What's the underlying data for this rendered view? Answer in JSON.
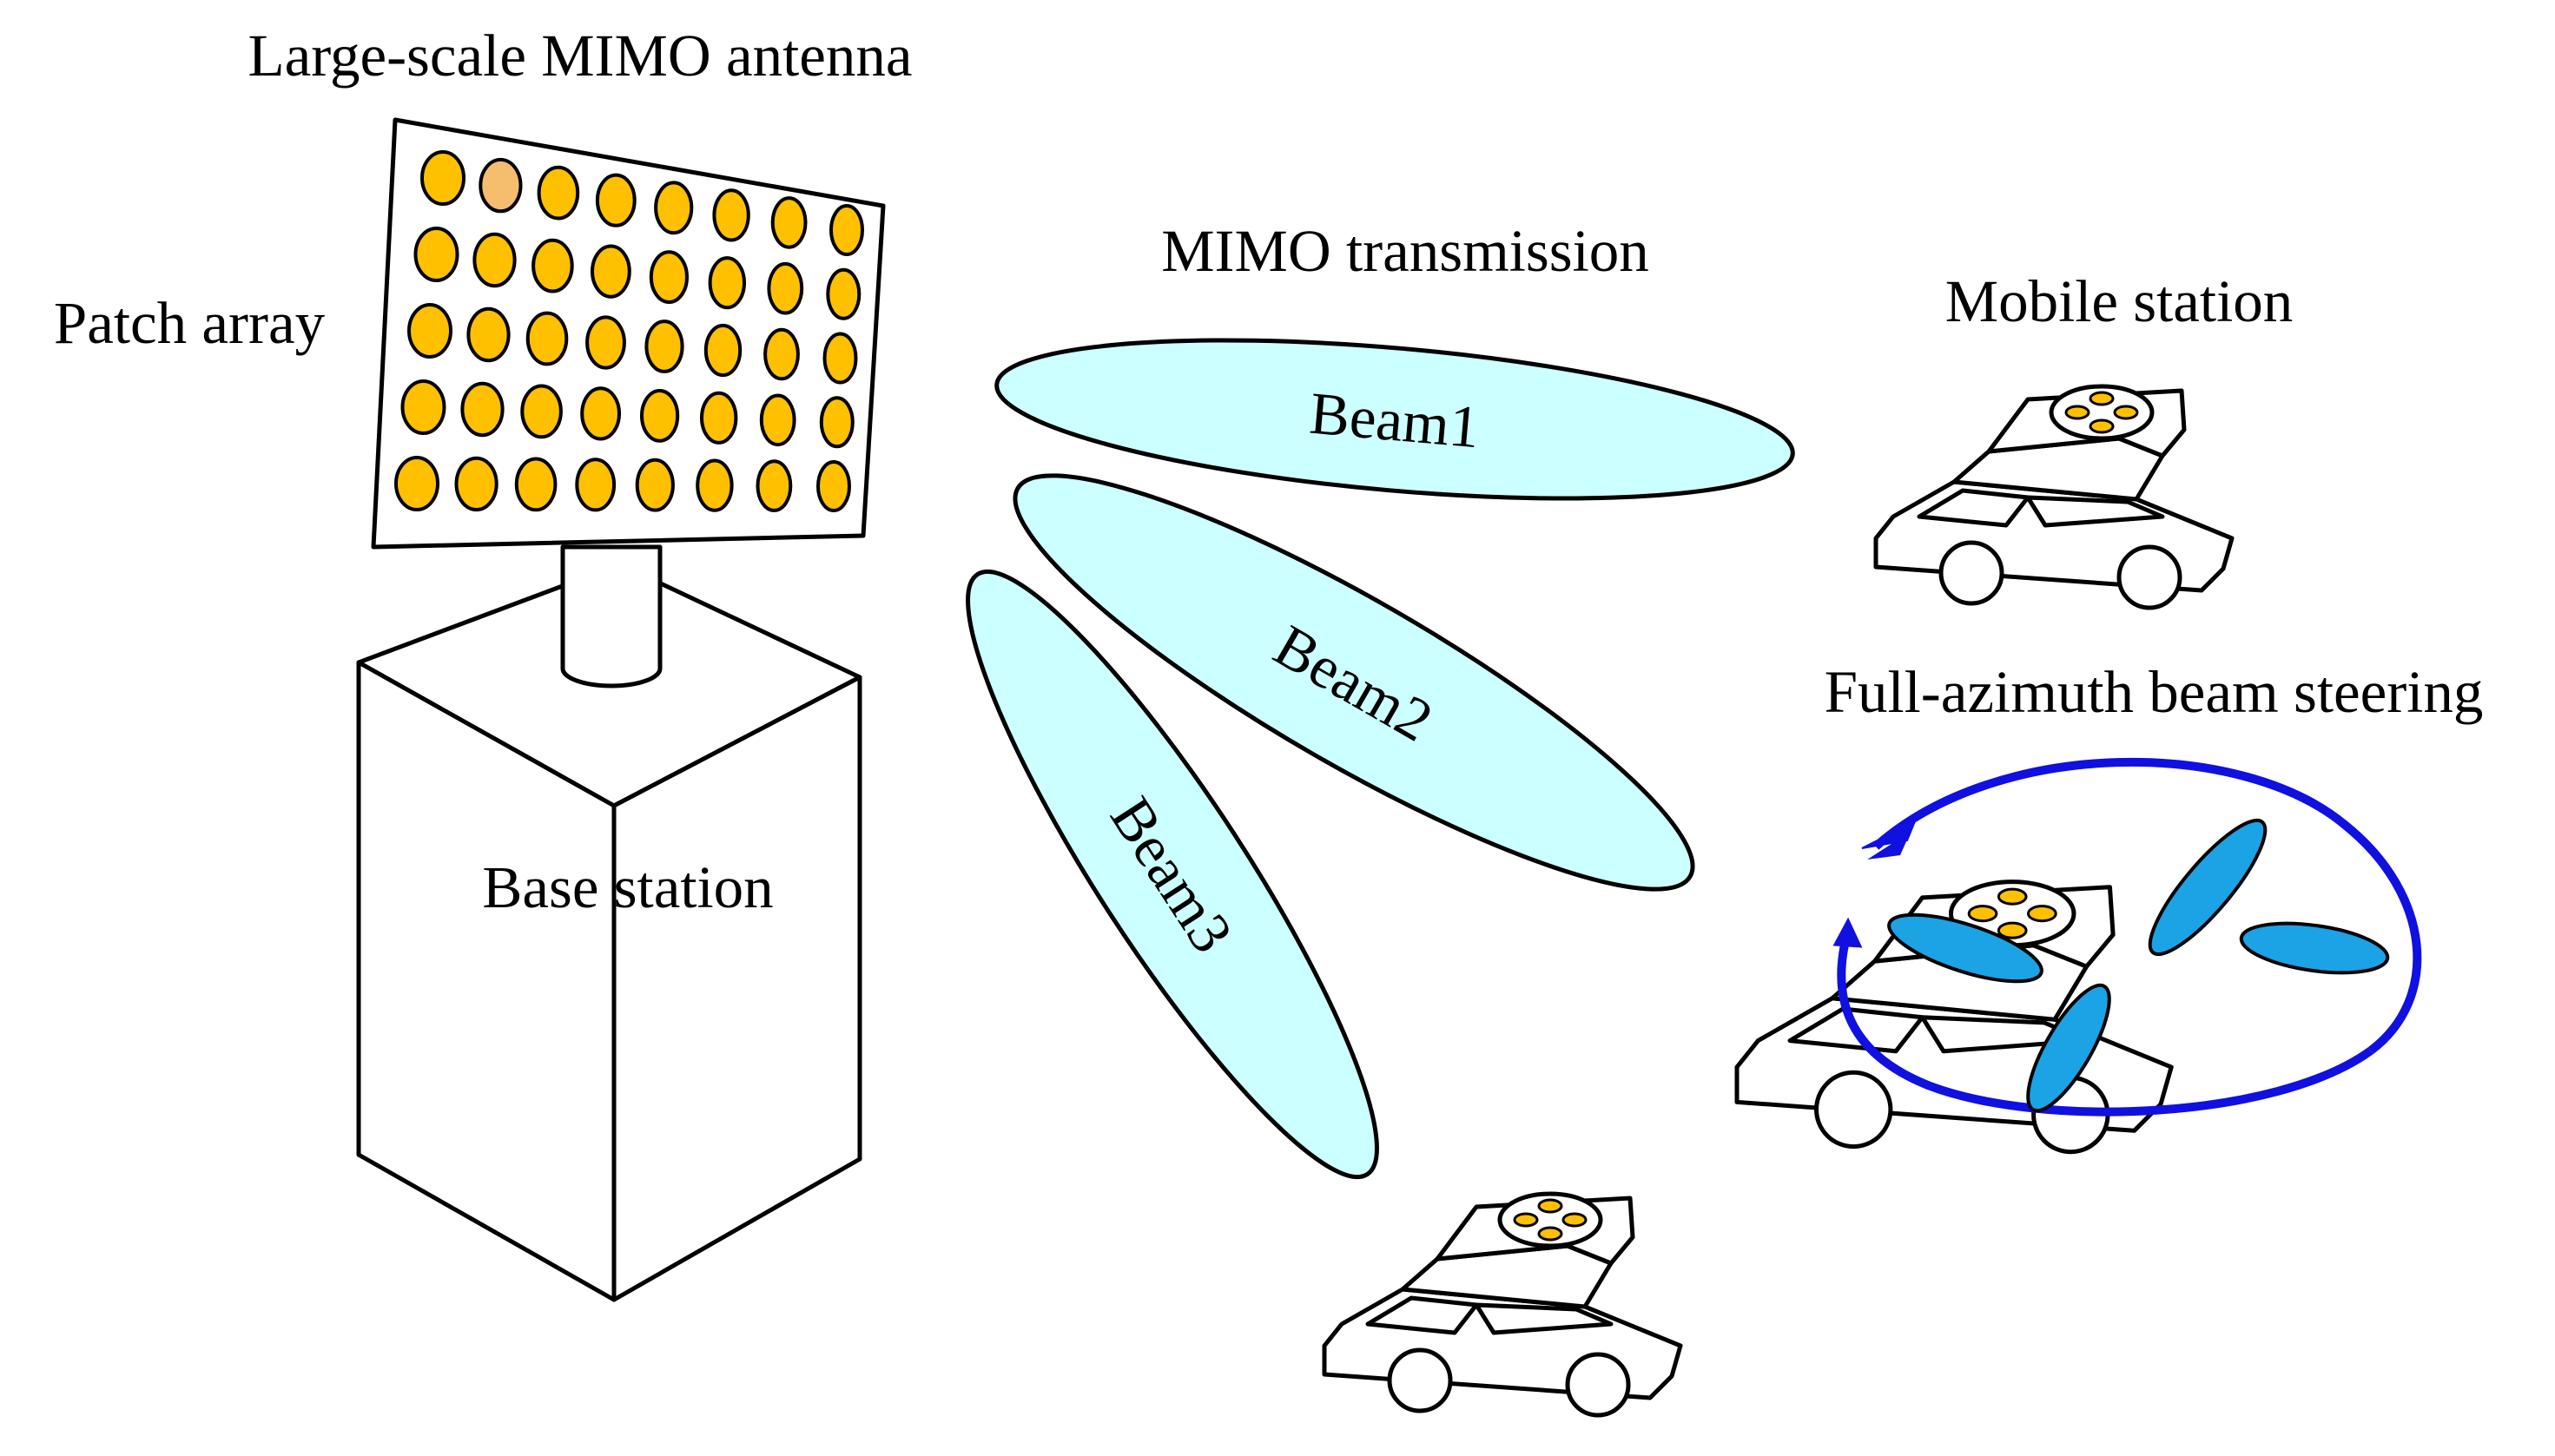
{
  "labels": {
    "antenna_title": "Large-scale MIMO antenna",
    "patch_array": "Patch array",
    "mimo_transmission": "MIMO transmission",
    "mobile_station": "Mobile station",
    "base_station": "Base station",
    "beam_steering": "Full-azimuth beam steering"
  },
  "beams": [
    {
      "label": "Beam1"
    },
    {
      "label": "Beam2"
    },
    {
      "label": "Beam3"
    }
  ],
  "colors": {
    "patch_element": "#FFC000",
    "patch_element_highlight": "#F5BE6E",
    "beam_fill": "#CCFFFF",
    "steer_lobe": "#1BA3E6",
    "steer_arrow": "#1010E0",
    "outline": "#000000"
  },
  "patch_array": {
    "rows": 5,
    "cols": 8,
    "highlighted_index": 1
  }
}
